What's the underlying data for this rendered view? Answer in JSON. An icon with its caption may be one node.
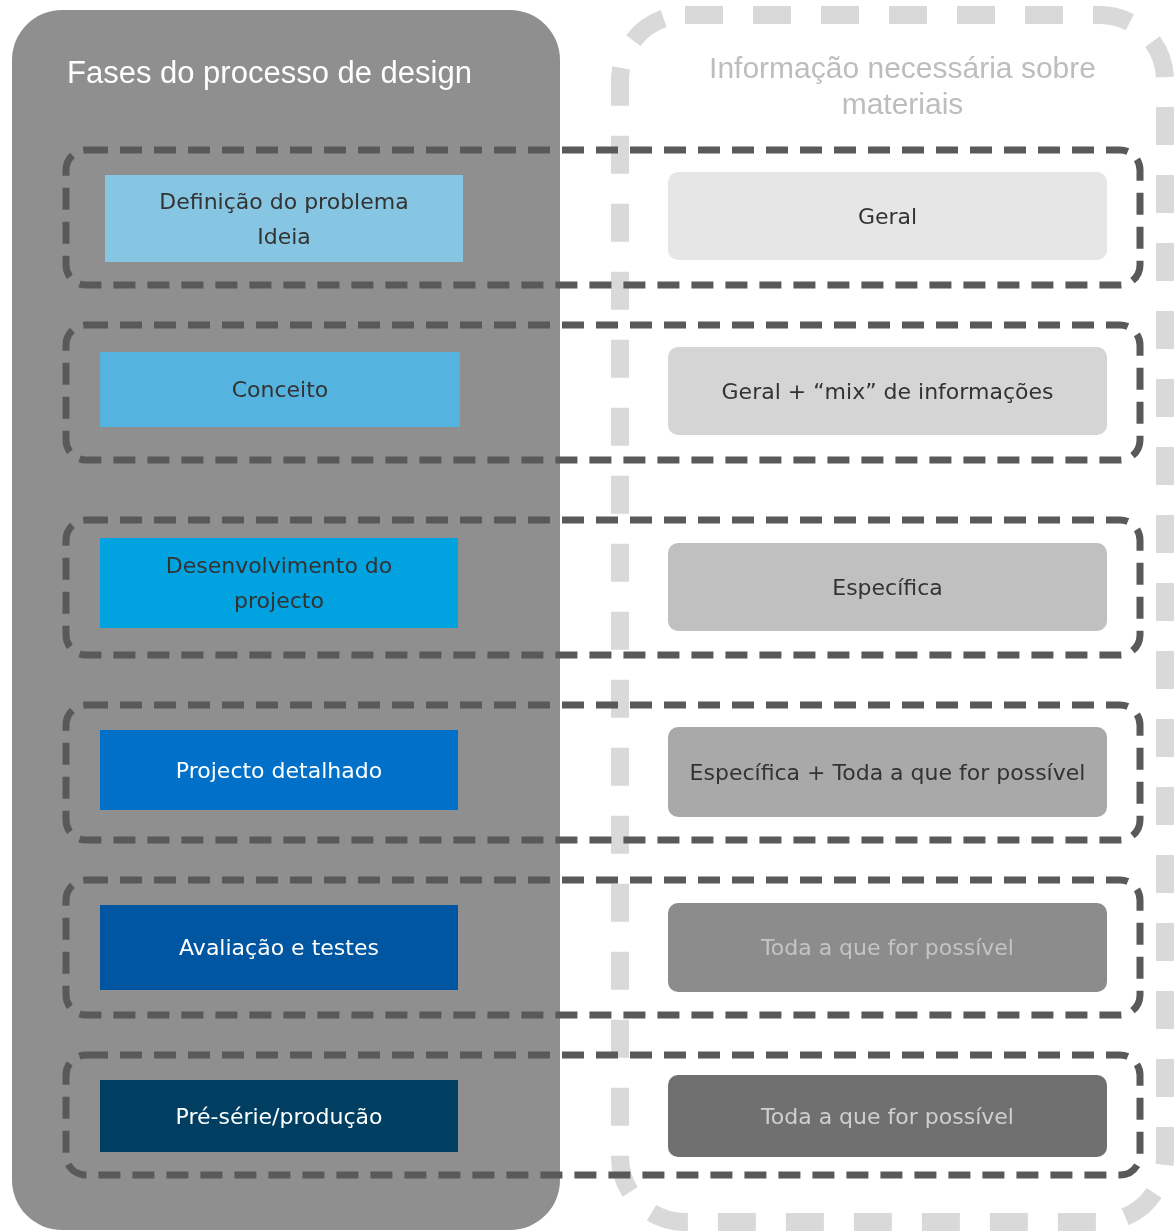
{
  "diagram": {
    "nodes": [
      {
        "text": [
          "Fases do processo de design"
        ]
      },
      {
        "text": [
          "Informação necessária sobre materiais"
        ]
      },
      {
        "text": [],
        "shape": "box"
      },
      {
        "text": [
          "Definição do problema",
          "Ideia"
        ]
      },
      {
        "text": [
          "Geral"
        ]
      },
      {
        "text": [],
        "shape": "box"
      },
      {
        "text": [
          "Conceito"
        ]
      },
      {
        "text": [
          "Geral + “mix” de informações"
        ]
      },
      {
        "text": [],
        "shape": "box"
      },
      {
        "text": [
          "Desenvolvimento do projecto"
        ]
      },
      {
        "text": [
          "Específica"
        ]
      },
      {
        "text": [],
        "shape": "box"
      },
      {
        "text": [
          "Projecto detalhado"
        ]
      },
      {
        "text": [
          "Específica + Toda a que for possível"
        ]
      },
      {
        "text": [],
        "shape": "box"
      },
      {
        "text": [
          "Avaliação e testes"
        ]
      },
      {
        "text": [
          "Toda a que for possível"
        ]
      },
      {
        "text": [],
        "shape": "box"
      },
      {
        "text": [
          "Pré-série/produção"
        ]
      },
      {
        "text": [
          "Toda a que for possível"
        ]
      }
    ]
  }
}
